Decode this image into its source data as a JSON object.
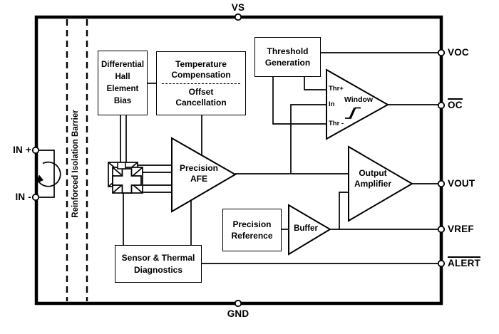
{
  "diagram": {
    "title_hint": "Hall-effect current sensor functional block diagram",
    "colors": {
      "line": "#000000",
      "background": "#ffffff"
    },
    "pins": {
      "vs": "VS",
      "gnd": "GND",
      "in_plus": "IN +",
      "in_minus": "IN -",
      "voc": "VOC",
      "oc": "OC",
      "vout": "VOUT",
      "vref": "VREF",
      "alert": "ALERT"
    },
    "barrier_label": "Reinforced Isolation Barrier",
    "blocks": {
      "diff_hall_bias": "Differential\nHall\nElement\nBias",
      "temp_comp_top": "Temperature\nCompensation",
      "temp_comp_bottom": "Offset\nCancellation",
      "threshold_gen": "Threshold\nGeneration",
      "precision_afe": "Precision\nAFE",
      "output_amp": "Output\nAmplifier",
      "precision_ref": "Precision\nReference",
      "buffer": "Buffer",
      "sensor_diag": "Sensor & Thermal\nDiagnostics"
    },
    "window_comparator": {
      "thr_plus": "Thr+",
      "input": "In",
      "thr_minus": "Thr -",
      "label": "Window"
    }
  }
}
